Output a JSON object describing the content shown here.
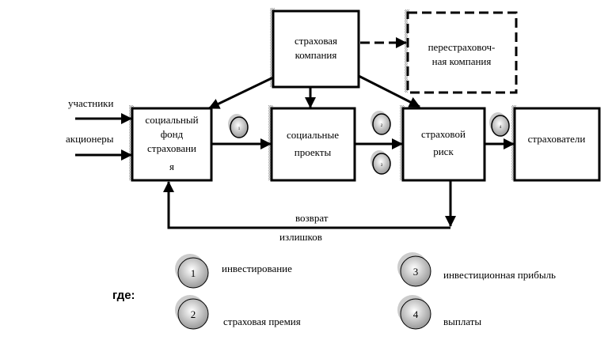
{
  "boxes": {
    "company": [
      "страховая",
      "компания"
    ],
    "reinsurance": [
      "перестраховоч-",
      "ная компания"
    ],
    "fund": [
      "социальный",
      "фонд",
      "страховани",
      "я"
    ],
    "projects": [
      "социальные",
      "проекты"
    ],
    "risk": [
      "страховой",
      "риск"
    ],
    "insured": "страхователи"
  },
  "inputs": {
    "participants": "участники",
    "shareholders": "акционеры"
  },
  "return_label": [
    "возврат",
    "излишков"
  ],
  "markers": [
    "1",
    "2",
    "3",
    "4"
  ],
  "legend": {
    "where": "где:",
    "items": [
      {
        "num": "1",
        "label": "инвестирование"
      },
      {
        "num": "2",
        "label": "страховая премия"
      },
      {
        "num": "3",
        "label": "инвестиционная прибыль"
      },
      {
        "num": "4",
        "label": "выплаты"
      }
    ]
  }
}
